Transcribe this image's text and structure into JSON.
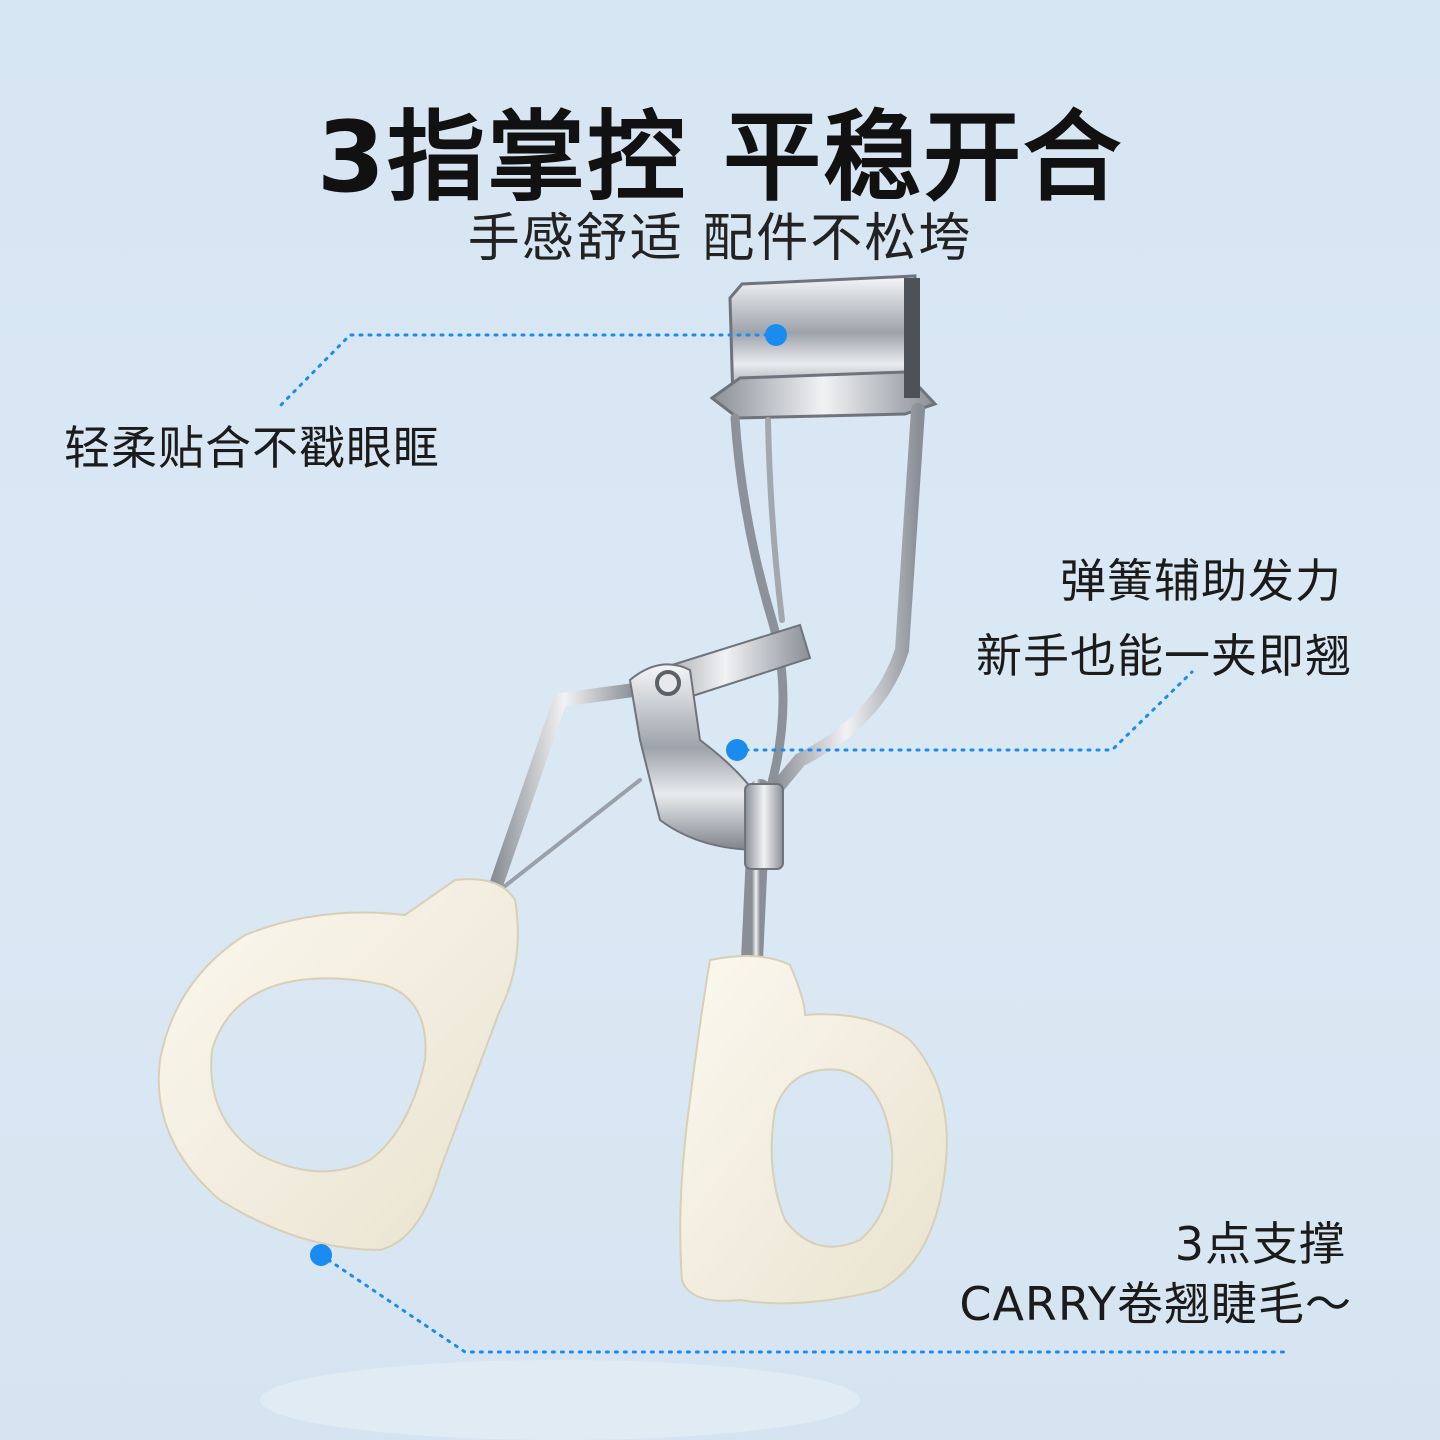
{
  "headline": "3指掌控 平稳开合",
  "subheadline": "手感舒适 配件不松垮",
  "callouts": {
    "pad": "轻柔贴合不戳眼眶",
    "spring_line1": "弹簧辅助发力",
    "spring_line2": "新手也能一夹即翘",
    "support_line1": "3点支撑",
    "support_line2": "CARRY卷翘睫毛～"
  },
  "colors": {
    "background": "#d9e7f3",
    "accent_dot": "#1a8cf0",
    "handle": "#f3eee0",
    "metal": "#c9ccd2"
  }
}
